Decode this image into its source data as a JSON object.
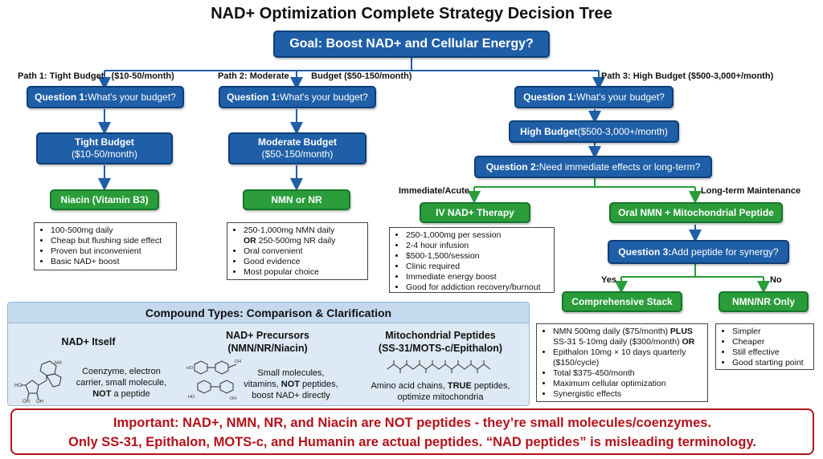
{
  "title": "NAD+ Optimization Complete Strategy Decision Tree",
  "goal": "Goal: Boost NAD+ and Cellular Energy?",
  "colors": {
    "blue": "#1f5fa8",
    "green": "#2a9d3a",
    "alert": "#b3121b",
    "panel": "#dde9f4"
  },
  "paths": {
    "p1": "Path 1: Tight Budget",
    "p1_range": "($10-50/month)",
    "p2": "Path 2: Moderate",
    "p2_range": "Budget ($50-150/month)",
    "p3": "Path 3: High Budget ($500-3,000+/month)"
  },
  "question1": {
    "bold": "Question 1:",
    "text": " What's your budget?"
  },
  "tight": {
    "line1": "Tight Budget",
    "line2": "($10-50/month)"
  },
  "moderate": {
    "line1": "Moderate Budget",
    "line2": "($50-150/month)"
  },
  "high_budget": {
    "bold": "High Budget",
    "text": " ($500-3,000+/month)"
  },
  "question2": {
    "bold": "Question 2:",
    "text": " Need immediate effects or long-term?"
  },
  "branch_labels": {
    "immediate": "Immediate/Acute",
    "longterm": "Long-term Maintenance",
    "yes": "Yes",
    "no": "No"
  },
  "niacin": {
    "label": "Niacin (Vitamin B3)",
    "items": [
      "100-500mg daily",
      "Cheap but flushing side effect",
      "Proven but inconvenient",
      "Basic NAD+ boost"
    ]
  },
  "nmn_nr": {
    "label": "NMN or NR",
    "items": [
      "250-1,000mg NMN daily",
      "OR",
      " 250-500mg NR daily",
      "Oral convenient",
      "Good evidence",
      "Most popular choice"
    ]
  },
  "iv": {
    "label": "IV NAD+ Therapy",
    "items": [
      "250-1,000mg per session",
      "2-4 hour infusion",
      "$500-1,500/session",
      "Clinic required",
      "Immediate energy boost",
      "Good for addiction recovery/burnout"
    ]
  },
  "oral_combo": {
    "label": "Oral NMN + Mitochondrial Peptide"
  },
  "question3": {
    "bold": "Question 3:",
    "text": " Add peptide for synergy?"
  },
  "comprehensive": {
    "label": "Comprehensive Stack",
    "items": [
      "NMN 500mg daily ($75/month) ",
      "PLUS",
      "SS-31 5-10mg daily ($300/month) ",
      "OR",
      "Epithalon 10mg × 10 days quarterly ($150/cycle)",
      "Total $375-450/month",
      "Maximum cellular optimization",
      "Synergistic effects"
    ]
  },
  "nmn_only": {
    "label": "NMN/NR Only",
    "items": [
      "Simpler",
      "Cheaper",
      "Still effective",
      "Good starting point"
    ]
  },
  "compound": {
    "header": "Compound Types: Comparison & Clarification",
    "nad": {
      "title": "NAD+ Itself",
      "desc1": "Coenzyme, electron",
      "desc2": "carrier, small molecule,",
      "desc3": "NOT",
      "desc4": " a peptide"
    },
    "precursors": {
      "title1": "NAD+ Precursors",
      "title2": "(NMN/NR/Niacin)",
      "desc1": "Small molecules,",
      "desc2": "vitamins, ",
      "desc3": "NOT",
      "desc4": " peptides,",
      "desc5": "boost NAD+ directly"
    },
    "peptides": {
      "title1": "Mitochondrial Peptides",
      "title2": "(SS-31/MOTS-c/Epithalon)",
      "desc1": "Amino acid chains, ",
      "desc2": "TRUE",
      "desc3": " peptides,",
      "desc4": "optimize mitochondria"
    }
  },
  "important": {
    "line1": "Important: NAD+, NMN, NR, and Niacin are NOT peptides - they’re small molecules/coenzymes.",
    "line2": "Only SS-31, Epithalon, MOTS-c, and Humanin are actual peptides. “NAD peptides” is misleading terminology."
  }
}
